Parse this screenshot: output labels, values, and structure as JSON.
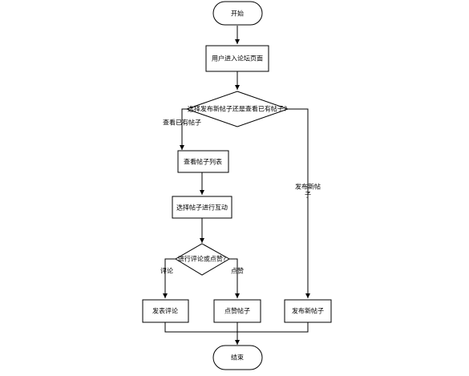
{
  "nodes": {
    "start": "开始",
    "enter_forum": "用户进入论坛页面",
    "decision_post_or_view": "选择发布新帖子还是查看已有帖子?",
    "view_post_list": "查看帖子列表",
    "select_post_interact": "选择帖子进行互动",
    "decision_comment_or_like": "进行评论或点赞?",
    "post_comment": "发表评论",
    "like_post": "点赞帖子",
    "publish_post": "发布新帖子",
    "end": "结束"
  },
  "edges": {
    "view_existing": "查看已有帖子",
    "publish_new_line1": "发布新帖",
    "publish_new_line2": "子",
    "comment": "评论",
    "like": "点赞"
  }
}
